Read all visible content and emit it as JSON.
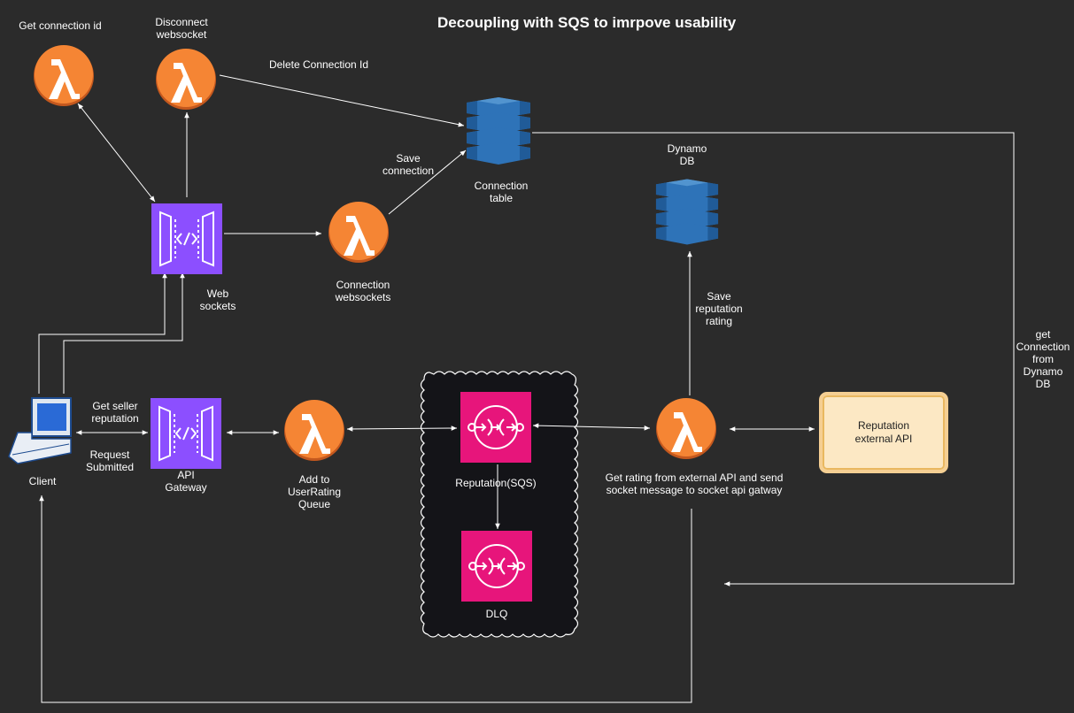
{
  "title": "Decoupling with SQS to imrpove usability",
  "colors": {
    "background": "#2b2b2b",
    "lambda": "#f58534",
    "api_gateway": "#8c4fff",
    "sqs": "#e7157b",
    "dynamodb": "#2e73b8",
    "connector": "#ffffff"
  },
  "icons": {
    "lambda": "lambda-icon",
    "api_gateway": "api-gateway-icon",
    "sqs": "sqs-icon",
    "dynamodb": "dynamodb-icon",
    "client": "laptop-icon"
  },
  "nodes": {
    "get_connection_lambda": {
      "label": "Get connection id"
    },
    "disconnect_lambda": {
      "label": "Disconnect\nwebsocket"
    },
    "web_sockets": {
      "label": "Web\nsockets"
    },
    "connection_websockets_lambda": {
      "label": "Connection\nwebsockets"
    },
    "connection_table": {
      "label": "Connection\ntable"
    },
    "dynamo_db": {
      "label": "Dynamo\nDB"
    },
    "client": {
      "label": "Client"
    },
    "api_gateway": {
      "label": "API\nGateway"
    },
    "add_to_queue_lambda": {
      "label": "Add to\nUserRating\nQueue"
    },
    "reputation_sqs": {
      "label": "Reputation(SQS)"
    },
    "dlq": {
      "label": "DLQ"
    },
    "rating_lambda": {
      "label": "Get rating from external API and send\nsocket message to socket api gatway"
    },
    "external_api": {
      "label": "Reputation\nexternal API"
    }
  },
  "edges": {
    "delete_connection": "Delete Connection Id",
    "save_connection": "Save\nconnection",
    "save_reputation": "Save\nreputation\nrating",
    "get_seller_reputation": "Get seller\nreputation",
    "request_submitted": "Request\nSubmitted",
    "get_connection_from_dynamo": "get\nConnection\nfrom\nDynamo\nDB"
  }
}
